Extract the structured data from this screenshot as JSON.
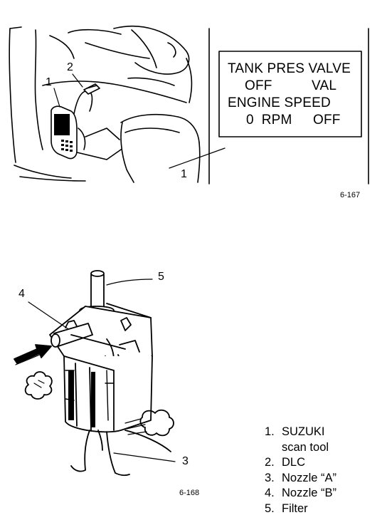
{
  "figure1": {
    "callouts": {
      "c1": "1",
      "c2": "2",
      "screen": "1"
    },
    "screen": {
      "line1": "TANK PRES VALVE",
      "line2_left": "OFF",
      "line2_right": "VAL",
      "line3": "ENGINE SPEED",
      "line4_left": "0  RPM",
      "line4_right": "OFF"
    },
    "ref": "6-167"
  },
  "figure2": {
    "callouts": {
      "c3": "3",
      "c4": "4",
      "c5": "5"
    },
    "ref": "6-168"
  },
  "legend": {
    "items": [
      {
        "num": "1.",
        "text": "SUZUKI",
        "sub": "scan tool"
      },
      {
        "num": "2.",
        "text": "DLC"
      },
      {
        "num": "3.",
        "text": "Nozzle “A”"
      },
      {
        "num": "4.",
        "text": "Nozzle “B”"
      },
      {
        "num": "5.",
        "text": "Filter"
      }
    ]
  }
}
